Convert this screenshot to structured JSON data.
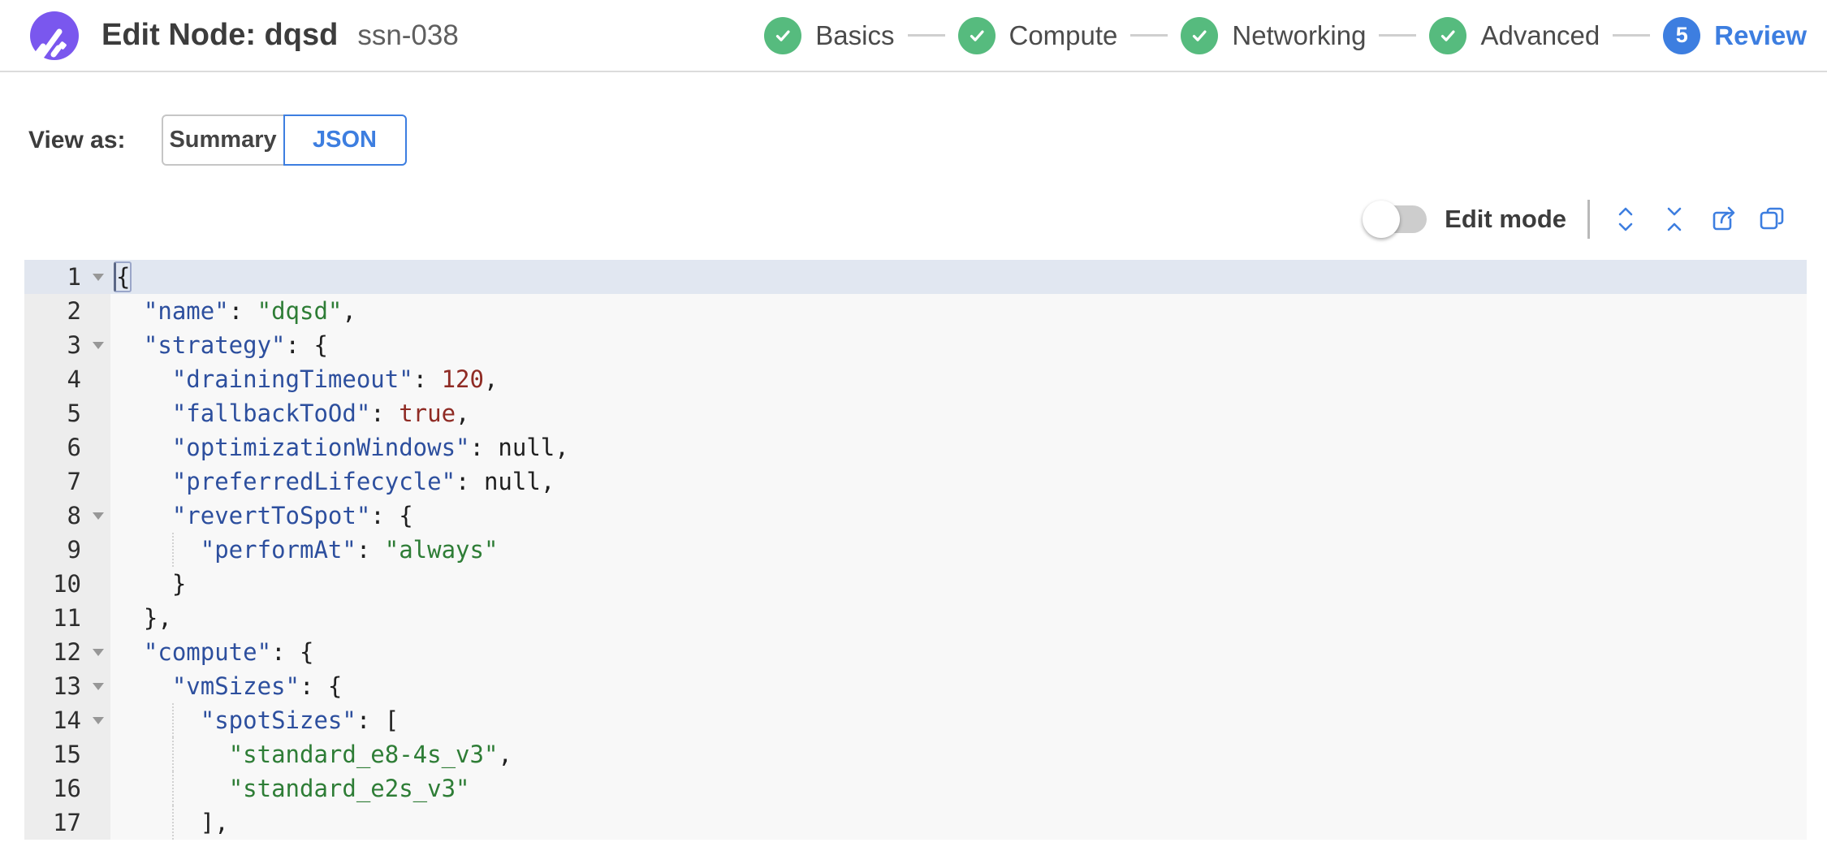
{
  "header": {
    "title": "Edit Node: dqsd",
    "subtitle": "ssn-038",
    "logo": "spot-logo-icon",
    "steps": [
      {
        "label": "Basics",
        "state": "done"
      },
      {
        "label": "Compute",
        "state": "done"
      },
      {
        "label": "Networking",
        "state": "done"
      },
      {
        "label": "Advanced",
        "state": "done"
      },
      {
        "label": "Review",
        "state": "active",
        "number": "5"
      }
    ]
  },
  "view_as": {
    "label": "View as:",
    "options": [
      {
        "label": "Summary",
        "selected": false
      },
      {
        "label": "JSON",
        "selected": true
      }
    ]
  },
  "toolbar": {
    "edit_mode_label": "Edit mode",
    "edit_mode_on": false,
    "icons": [
      "expand-all-icon",
      "collapse-all-icon",
      "export-icon",
      "copy-icon"
    ]
  },
  "colors": {
    "accent_blue": "#3d7ee0",
    "step_green": "#56bb7e",
    "logo_purple": "#7a57ee",
    "json_key": "#2d4f9e",
    "json_string": "#2e7d36",
    "json_number": "#8f2b24"
  },
  "editor": {
    "active_line": 1,
    "lines": [
      {
        "n": 1,
        "indent": 0,
        "fold": true,
        "tokens": [
          [
            "brace",
            "{"
          ]
        ]
      },
      {
        "n": 2,
        "indent": 2,
        "fold": false,
        "tokens": [
          [
            "key",
            "\"name\""
          ],
          [
            "punct",
            ": "
          ],
          [
            "str",
            "\"dqsd\""
          ],
          [
            "punct",
            ","
          ]
        ]
      },
      {
        "n": 3,
        "indent": 2,
        "fold": true,
        "tokens": [
          [
            "key",
            "\"strategy\""
          ],
          [
            "punct",
            ": {"
          ]
        ]
      },
      {
        "n": 4,
        "indent": 4,
        "fold": false,
        "tokens": [
          [
            "key",
            "\"drainingTimeout\""
          ],
          [
            "punct",
            ": "
          ],
          [
            "num",
            "120"
          ],
          [
            "punct",
            ","
          ]
        ]
      },
      {
        "n": 5,
        "indent": 4,
        "fold": false,
        "tokens": [
          [
            "key",
            "\"fallbackToOd\""
          ],
          [
            "punct",
            ": "
          ],
          [
            "num",
            "true"
          ],
          [
            "punct",
            ","
          ]
        ]
      },
      {
        "n": 6,
        "indent": 4,
        "fold": false,
        "tokens": [
          [
            "key",
            "\"optimizationWindows\""
          ],
          [
            "punct",
            ": "
          ],
          [
            "null",
            "null"
          ],
          [
            "punct",
            ","
          ]
        ]
      },
      {
        "n": 7,
        "indent": 4,
        "fold": false,
        "tokens": [
          [
            "key",
            "\"preferredLifecycle\""
          ],
          [
            "punct",
            ": "
          ],
          [
            "null",
            "null"
          ],
          [
            "punct",
            ","
          ]
        ]
      },
      {
        "n": 8,
        "indent": 4,
        "fold": true,
        "tokens": [
          [
            "key",
            "\"revertToSpot\""
          ],
          [
            "punct",
            ": {"
          ]
        ]
      },
      {
        "n": 9,
        "indent": 6,
        "fold": false,
        "tokens": [
          [
            "key",
            "\"performAt\""
          ],
          [
            "punct",
            ": "
          ],
          [
            "str",
            "\"always\""
          ]
        ]
      },
      {
        "n": 10,
        "indent": 4,
        "fold": false,
        "tokens": [
          [
            "punct",
            "}"
          ]
        ]
      },
      {
        "n": 11,
        "indent": 2,
        "fold": false,
        "tokens": [
          [
            "punct",
            "},"
          ]
        ]
      },
      {
        "n": 12,
        "indent": 2,
        "fold": true,
        "tokens": [
          [
            "key",
            "\"compute\""
          ],
          [
            "punct",
            ": {"
          ]
        ]
      },
      {
        "n": 13,
        "indent": 4,
        "fold": true,
        "tokens": [
          [
            "key",
            "\"vmSizes\""
          ],
          [
            "punct",
            ": {"
          ]
        ]
      },
      {
        "n": 14,
        "indent": 6,
        "fold": true,
        "tokens": [
          [
            "key",
            "\"spotSizes\""
          ],
          [
            "punct",
            ": ["
          ]
        ]
      },
      {
        "n": 15,
        "indent": 8,
        "fold": false,
        "tokens": [
          [
            "str",
            "\"standard_e8-4s_v3\""
          ],
          [
            "punct",
            ","
          ]
        ]
      },
      {
        "n": 16,
        "indent": 8,
        "fold": false,
        "tokens": [
          [
            "str",
            "\"standard_e2s_v3\""
          ]
        ]
      },
      {
        "n": 17,
        "indent": 6,
        "fold": false,
        "tokens": [
          [
            "punct",
            "],"
          ]
        ]
      }
    ]
  }
}
